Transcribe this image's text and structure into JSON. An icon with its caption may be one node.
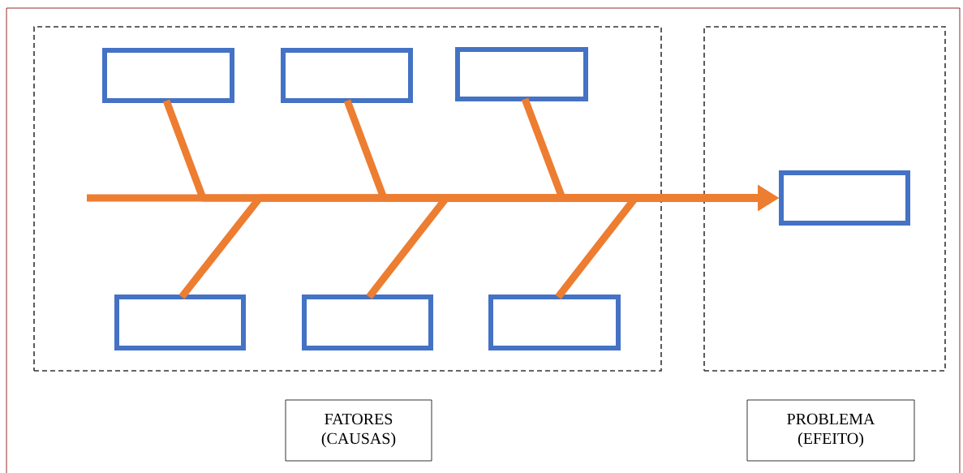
{
  "diagram": {
    "nodes": [
      {
        "text": [],
        "shape": "box"
      },
      {
        "text": [],
        "shape": "box",
        "in": 0
      },
      {
        "text": [],
        "shape": "box",
        "in": 0
      },
      {
        "text": [],
        "shape": "box",
        "in": 0
      },
      {
        "text": [],
        "shape": "box",
        "in": 0
      },
      {
        "text": [],
        "shape": "box",
        "in": 0
      },
      {
        "text": [],
        "shape": "box",
        "in": 0
      },
      {
        "text": [],
        "shape": "box"
      },
      {
        "text": [],
        "shape": "box",
        "in": 7
      },
      {
        "text": [
          "FATORES (CAUSAS)"
        ]
      },
      {
        "text": [
          "PROBLEMA (EFEITO)"
        ]
      }
    ],
    "edges": [
      {
        "from": null,
        "to": 8,
        "arrow": "to"
      },
      {
        "from": 1,
        "to": 8,
        "arrow": "to"
      },
      {
        "from": 2,
        "to": 8,
        "arrow": "to"
      },
      {
        "from": 3,
        "to": 8,
        "arrow": "to"
      },
      {
        "from": 4,
        "to": 8,
        "arrow": "to"
      },
      {
        "from": 5,
        "to": 8,
        "arrow": "to"
      },
      {
        "from": 6,
        "to": 8,
        "arrow": "to"
      }
    ]
  }
}
